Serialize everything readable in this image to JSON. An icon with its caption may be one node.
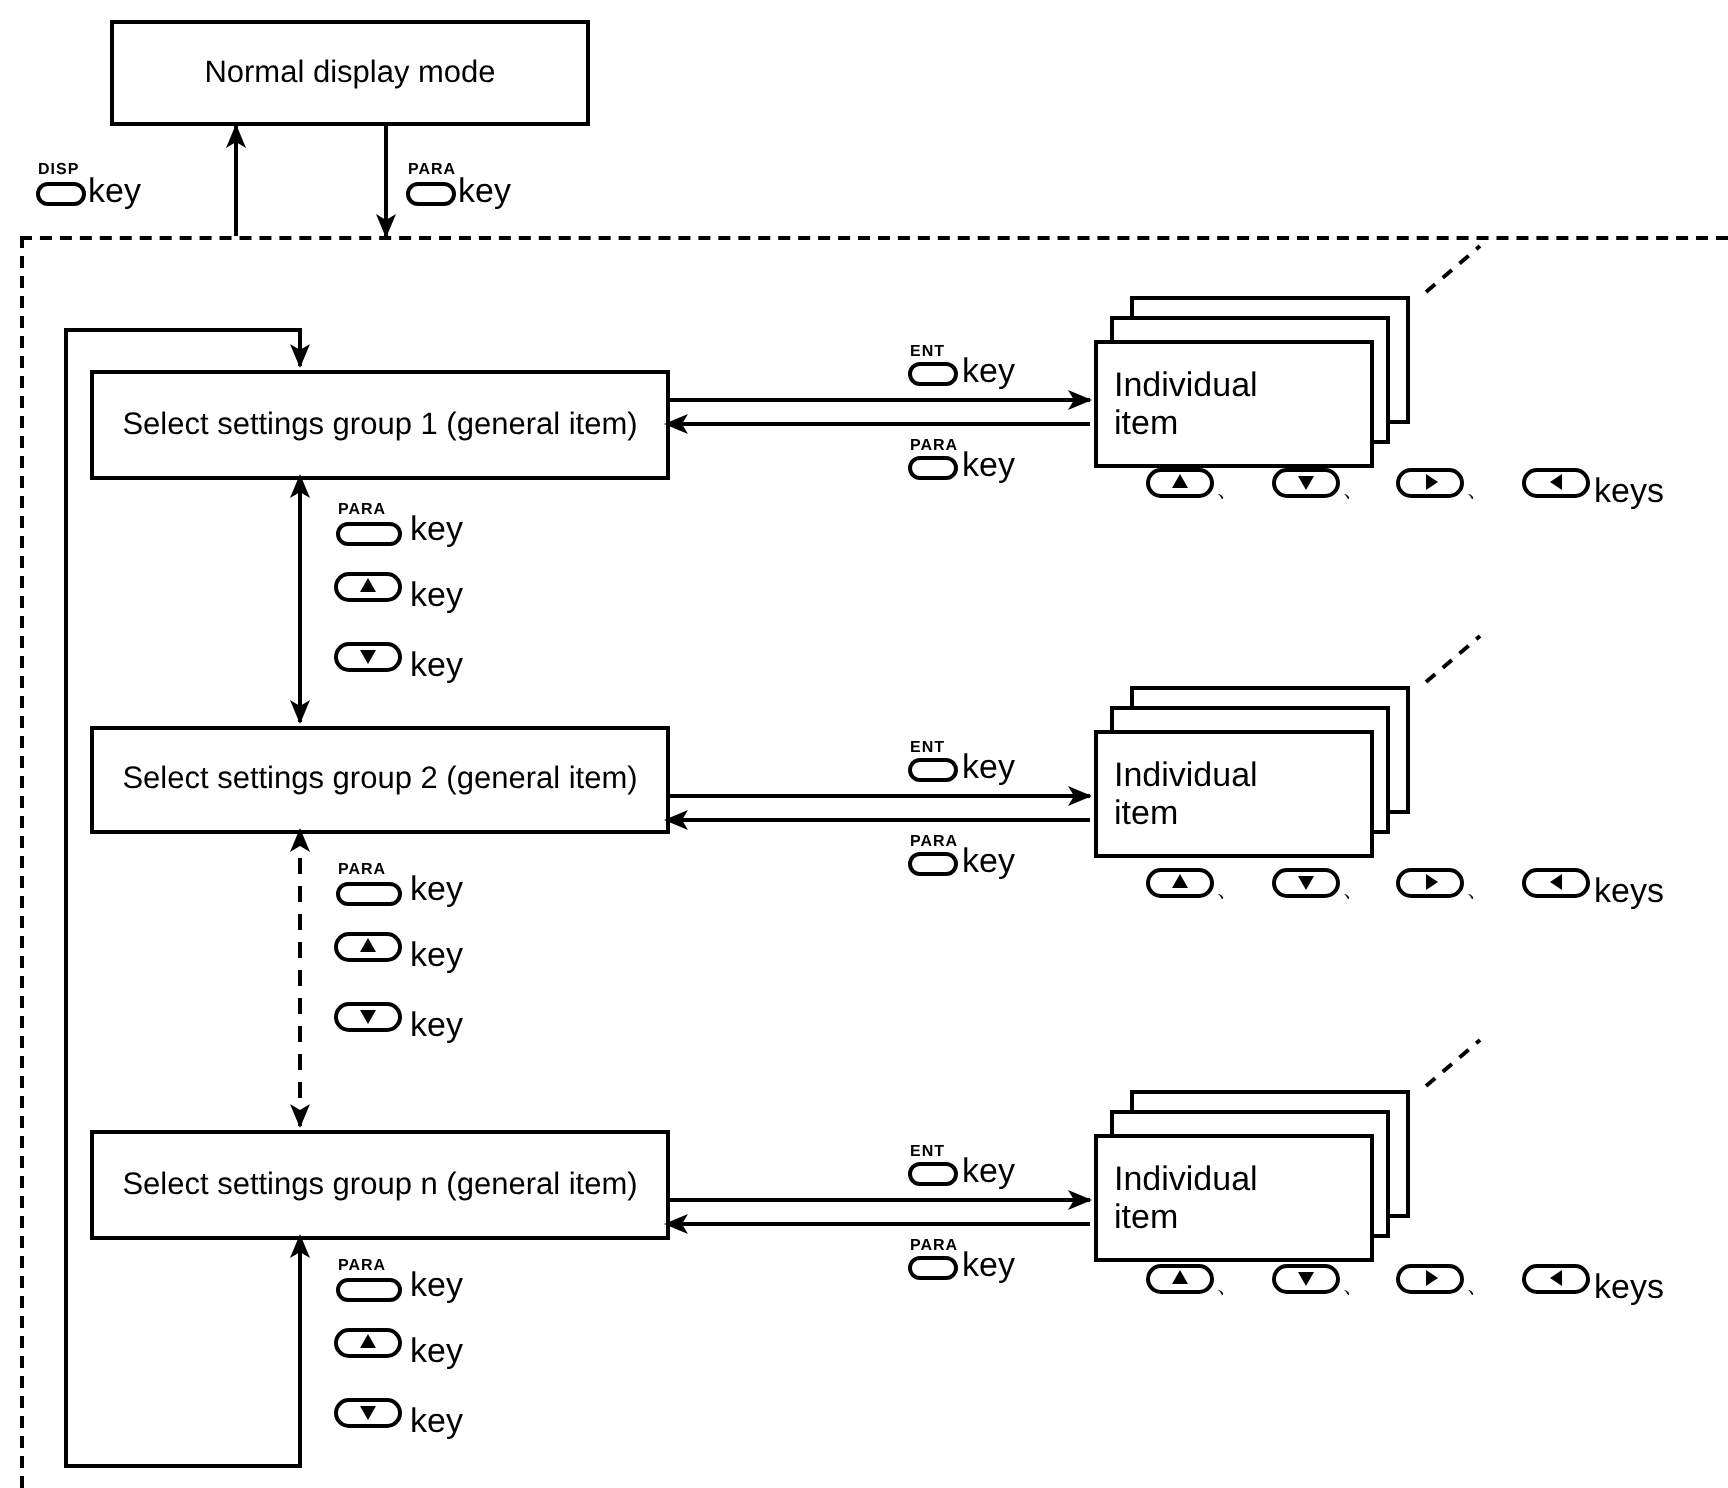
{
  "diagram": {
    "nodes": [
      {
        "text": [
          "Normal display mode"
        ]
      },
      {
        "text": [],
        "shape": "box"
      },
      {
        "text": [
          "Select settings group 1 (general item)"
        ],
        "in": 1
      },
      {
        "text": [
          "Individual item"
        ],
        "in": 1
      },
      {
        "text": [
          "Select settings group 2 (general item)"
        ],
        "in": 1
      },
      {
        "text": [
          "Individual item"
        ],
        "in": 1
      },
      {
        "text": [
          "Select settings group n (general item)"
        ],
        "in": 1
      },
      {
        "text": [
          "Individual item"
        ],
        "in": 1
      }
    ],
    "edges": [
      {
        "from": 1,
        "to": 0,
        "arrow": "to"
      },
      {
        "from": 0,
        "to": 1,
        "arrow": "to"
      },
      {
        "from": 2,
        "to": 4,
        "arrow": "both"
      },
      {
        "from": 4,
        "to": 6,
        "arrow": "both",
        "style": "dashed"
      },
      {
        "from": 6,
        "to": 2,
        "arrow": "both"
      },
      {
        "from": 2,
        "to": 3,
        "arrow": "to"
      },
      {
        "from": 3,
        "to": 2,
        "arrow": "to"
      },
      {
        "from": 4,
        "to": 5,
        "arrow": "to"
      },
      {
        "from": 5,
        "to": 4,
        "arrow": "to"
      },
      {
        "from": 6,
        "to": 7,
        "arrow": "to"
      },
      {
        "from": 7,
        "to": 6,
        "arrow": "to"
      }
    ],
    "labels": [
      "DISP",
      "key",
      "PARA",
      "key",
      "ENT",
      "key",
      "PARA",
      "key",
      "、",
      "、",
      "、",
      "keys",
      "PARA",
      "key",
      "key",
      "key",
      "ENT",
      "key",
      "PARA",
      "key",
      "、",
      "、",
      "、",
      "keys",
      "PARA",
      "key",
      "key",
      "key",
      "ENT",
      "key",
      "PARA",
      "key",
      "、",
      "、",
      "、",
      "keys",
      "PARA",
      "key",
      "key",
      "key"
    ]
  }
}
